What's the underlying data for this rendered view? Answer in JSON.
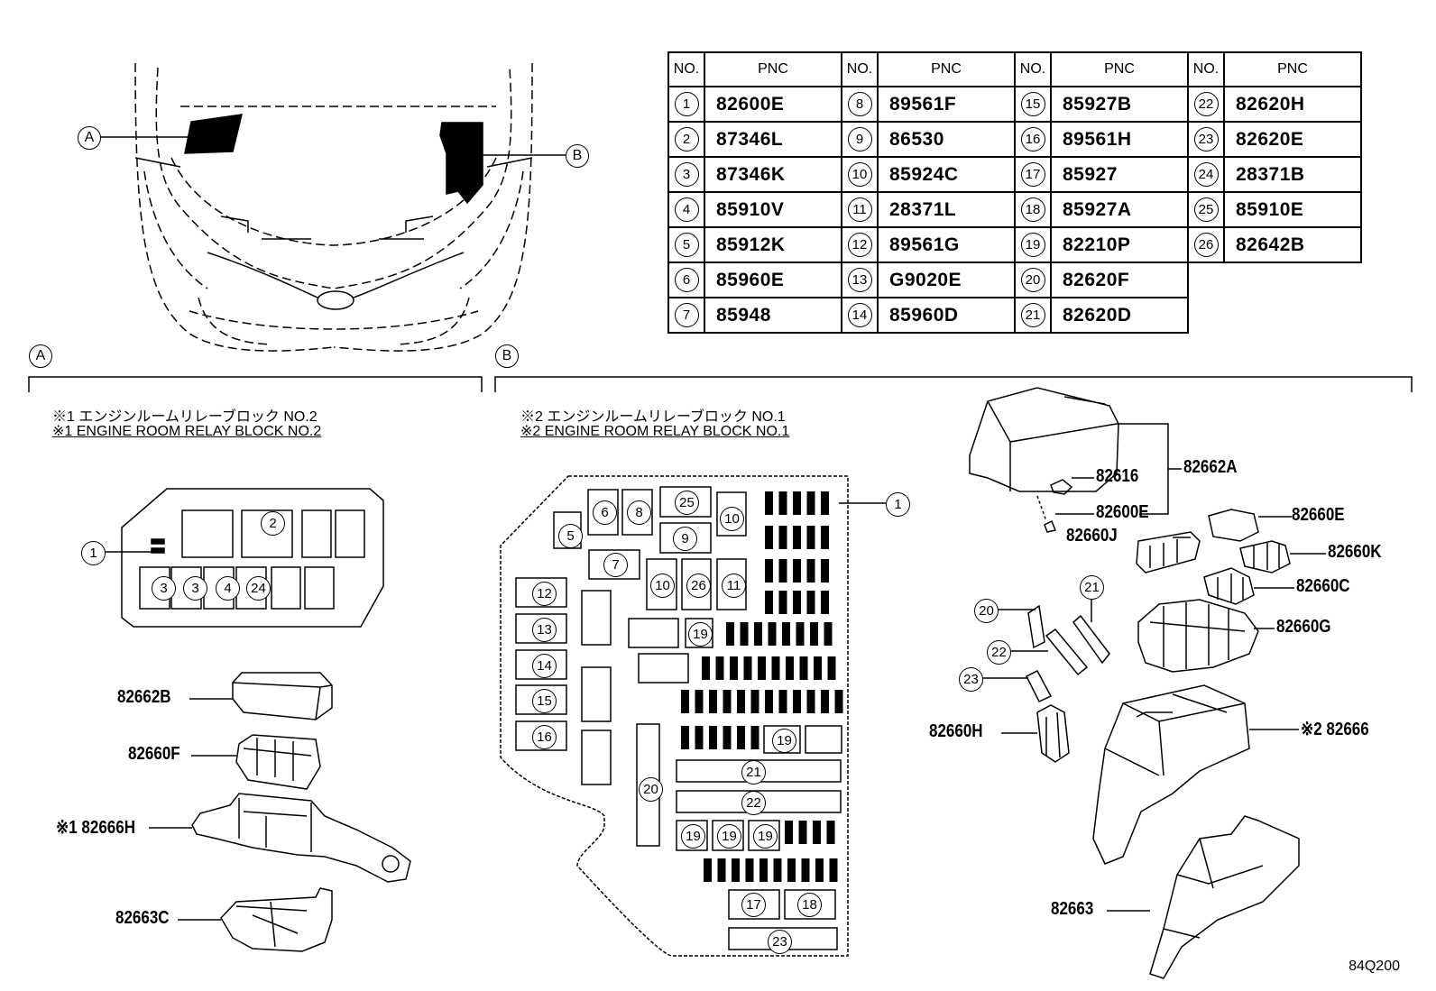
{
  "table": {
    "headers": {
      "no": "NO.",
      "pnc": "PNC"
    },
    "columns": [
      [
        {
          "no": "1",
          "pnc": "82600E"
        },
        {
          "no": "2",
          "pnc": "87346L"
        },
        {
          "no": "3",
          "pnc": "87346K"
        },
        {
          "no": "4",
          "pnc": "85910V"
        },
        {
          "no": "5",
          "pnc": "85912K"
        },
        {
          "no": "6",
          "pnc": "85960E"
        },
        {
          "no": "7",
          "pnc": "85948"
        }
      ],
      [
        {
          "no": "8",
          "pnc": "89561F"
        },
        {
          "no": "9",
          "pnc": "86530"
        },
        {
          "no": "10",
          "pnc": "85924C"
        },
        {
          "no": "11",
          "pnc": "28371L"
        },
        {
          "no": "12",
          "pnc": "89561G"
        },
        {
          "no": "13",
          "pnc": "G9020E"
        },
        {
          "no": "14",
          "pnc": "85960D"
        }
      ],
      [
        {
          "no": "15",
          "pnc": "85927B"
        },
        {
          "no": "16",
          "pnc": "89561H"
        },
        {
          "no": "17",
          "pnc": "85927"
        },
        {
          "no": "18",
          "pnc": "85927A"
        },
        {
          "no": "19",
          "pnc": "82210P"
        },
        {
          "no": "20",
          "pnc": "82620F"
        },
        {
          "no": "21",
          "pnc": "82620D"
        }
      ],
      [
        {
          "no": "22",
          "pnc": "82620H"
        },
        {
          "no": "23",
          "pnc": "82620E"
        },
        {
          "no": "24",
          "pnc": "28371B"
        },
        {
          "no": "25",
          "pnc": "85910E"
        },
        {
          "no": "26",
          "pnc": "82642B"
        }
      ]
    ]
  },
  "sections": {
    "a": "A",
    "b": "B"
  },
  "captions": {
    "a_jp": "※1 エンジンルームリレーブロック NO.2",
    "a_en": "※1 ENGINE ROOM RELAY BLOCK NO.2",
    "b_jp": "※2 エンジンルームリレーブロック NO.1",
    "b_en": "※2 ENGINE ROOM RELAY BLOCK NO.1"
  },
  "parts_a": {
    "cover": "82662B",
    "insert": "82660F",
    "block": "※1 82666H",
    "bracket": "82663C"
  },
  "parts_b": {
    "cover": "82662A",
    "clip": "82616",
    "fuse": "82600E",
    "conn_j": "82660J",
    "conn_e": "82660E",
    "conn_k": "82660K",
    "conn_c": "82660C",
    "conn_g": "82660G",
    "conn_h": "82660H",
    "block": "※2 82666",
    "bracket": "82663"
  },
  "callouts": {
    "block_a": [
      "1",
      "2",
      "3",
      "3",
      "4",
      "24"
    ],
    "block_b": [
      "1",
      "5",
      "6",
      "8",
      "25",
      "10",
      "9",
      "7",
      "10",
      "26",
      "11",
      "12",
      "13",
      "14",
      "15",
      "16",
      "19",
      "19",
      "21",
      "20",
      "22",
      "19",
      "19",
      "19",
      "17",
      "18",
      "23"
    ],
    "exploded_b": [
      "21",
      "20",
      "22",
      "23"
    ]
  },
  "figure_id": "84Q200"
}
